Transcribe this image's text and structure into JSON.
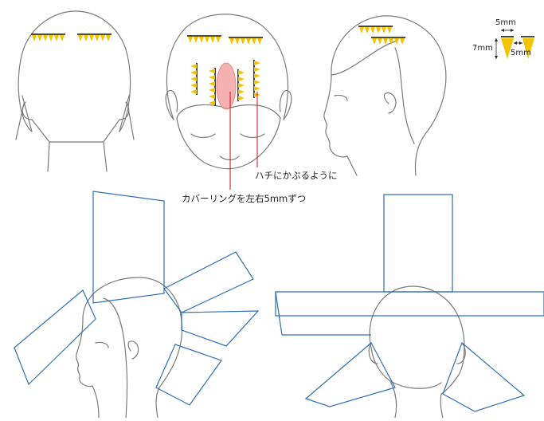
{
  "colors": {
    "outline": "#7a7a7a",
    "panel": "#2d6fb7",
    "triangle": "#f2c400",
    "callout_line": "#d71f2a",
    "covering_zone": "#f4a3a3"
  },
  "legend": {
    "width_top": "5mm",
    "height_left": "7mm",
    "spacing": "5mm"
  },
  "annotations": {
    "hachi": "ハチにかぶるように",
    "cover_ring": "カバーリングを左右5mmずつ"
  }
}
